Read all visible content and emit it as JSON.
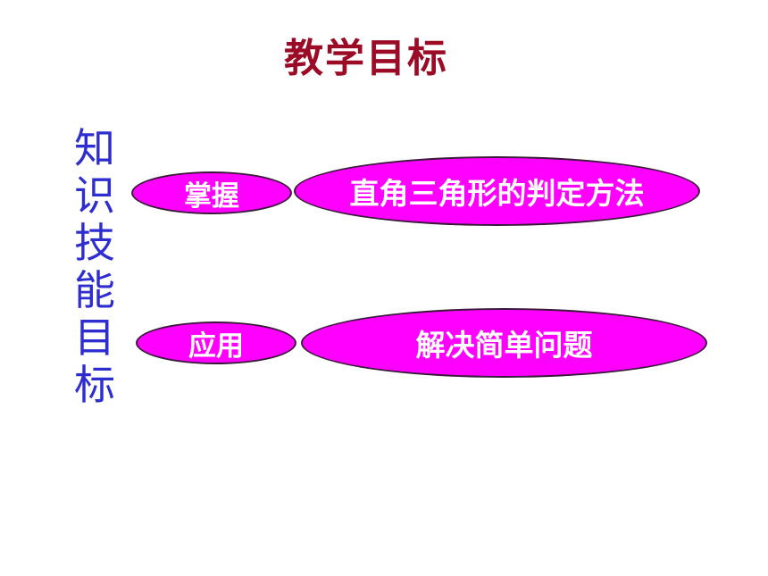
{
  "slide": {
    "title": "教学目标",
    "side_label": "知识技能目标",
    "rows": [
      {
        "verb": "掌握",
        "object": "直角三角形的判定方法"
      },
      {
        "verb": "应用",
        "object": "解决简单问题"
      }
    ]
  },
  "colors": {
    "title": "#9b0b25",
    "side_label": "#2e2ed0",
    "oval_fill": "#ff00ff",
    "oval_text": "#ffffff"
  }
}
